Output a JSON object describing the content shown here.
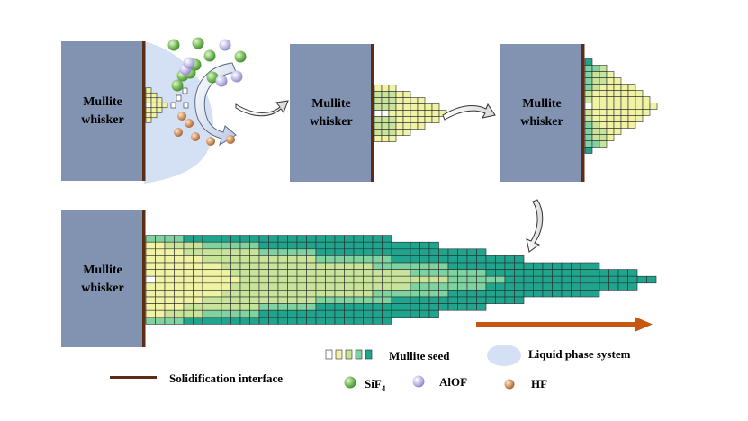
{
  "whisker_label": [
    "Mullite",
    "whisker"
  ],
  "legend": {
    "mullite_seed": "Mullite seed",
    "liquid_phase": "Liquid phase system",
    "solidification_interface": "Solidification interface",
    "sif4": "SiF",
    "sif4_sub": "4",
    "aloF": "AlOF",
    "hf": "HF"
  },
  "colors": {
    "whisker": "#8293b1",
    "interface": "#5b2d14",
    "liquid": "#d4e0f4",
    "seed_white": "#ffffff",
    "seed_light_yellow": "#f1f3a4",
    "seed_yellow_green": "#c8e49a",
    "seed_green": "#7ed3a0",
    "seed_teal": "#1fa58e",
    "growth_arrow": "#c8560f",
    "sif4": "#7dbf5e",
    "aloF": "#b8b4e4",
    "hf": "#d49a6a"
  }
}
